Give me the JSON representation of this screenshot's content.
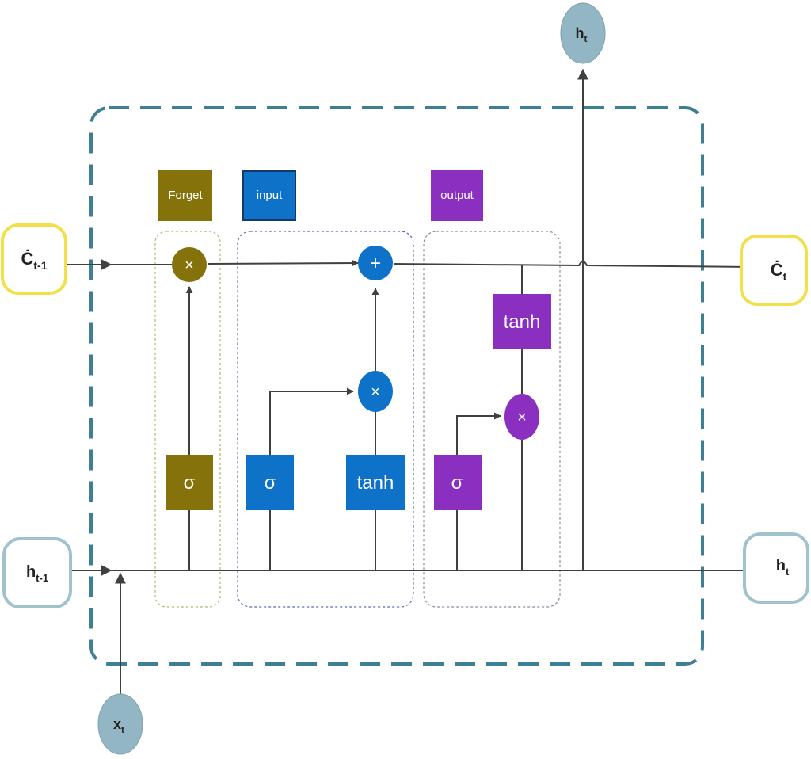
{
  "gates": {
    "forget": "Forget",
    "input": "input",
    "output": "output"
  },
  "ops": {
    "multiply": "×",
    "add": "+",
    "sigma": "σ",
    "tanh": "tanh"
  },
  "io": {
    "c_prev": {
      "base": "Ċ",
      "sub": "t-1"
    },
    "c_out": {
      "base": "Ċ",
      "sub": "t"
    },
    "h_prev": {
      "base": "h",
      "sub": "t-1"
    },
    "h_out_right": {
      "base": "h",
      "sub": "t"
    },
    "h_out_top": {
      "base": "h",
      "sub": "t"
    },
    "x_in": {
      "base": "x",
      "sub": "t"
    }
  },
  "colors": {
    "forget": "#85720a",
    "input": "#0e72c8",
    "output": "#8a2fbf",
    "cell_border": "#3e7f93",
    "c_node_border": "#f2e04a",
    "h_node_border": "#9fc2cc",
    "round_node_fill": "#93b6c4",
    "line": "#404040"
  }
}
